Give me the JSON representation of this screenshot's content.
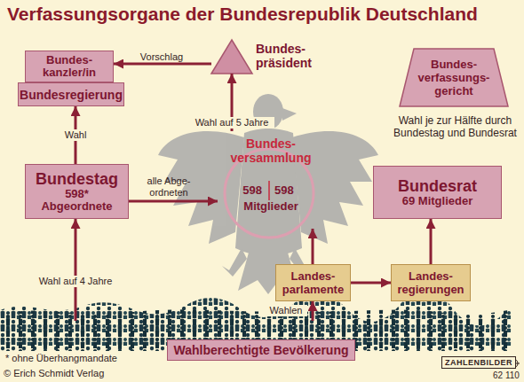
{
  "diagram": {
    "title": "Verfassungsorgane der Bundesrepublik Deutschland",
    "nodes": [
      {
        "text": [
          "Bundes- kanzler/in"
        ]
      },
      {
        "text": [
          "Bundesregierung"
        ]
      },
      {
        "text": [
          "Bundes- präsident"
        ]
      },
      {
        "text": [
          "Bundes- verfassungs- gericht"
        ]
      },
      {
        "text": [
          "Bundestag",
          "598* Abgeordnete"
        ]
      },
      {
        "text": [
          "Bundes- versammlung",
          "598",
          "598",
          "Mitglieder"
        ]
      },
      {
        "text": [
          "Bundesrat",
          "69 Mitglieder"
        ]
      },
      {
        "text": [
          "Landes- parlamente"
        ]
      },
      {
        "text": [
          "Landes- regierungen"
        ]
      },
      {
        "text": [
          "Wahlberechtigte Bevölkerung"
        ]
      }
    ],
    "edges": [
      {
        "from": 2,
        "to": 0,
        "label": "Vorschlag",
        "arrow": "to"
      },
      {
        "from": 5,
        "to": 2,
        "label": "Wahl auf 5 Jahre",
        "arrow": "to"
      },
      {
        "from": 4,
        "to": 1,
        "label": "Wahl",
        "arrow": "to"
      },
      {
        "from": 4,
        "to": 5,
        "label": "alle Abge- ordneten",
        "arrow": "to"
      },
      {
        "from": 7,
        "to": 5,
        "arrow": "to"
      },
      {
        "from": 7,
        "to": 8,
        "arrow": "to"
      },
      {
        "from": 8,
        "to": 6,
        "arrow": "to"
      },
      {
        "from": 9,
        "to": 4,
        "label": "Wahl auf 4 Jahre",
        "arrow": "to"
      },
      {
        "from": 9,
        "to": 7,
        "label": "Wahlen",
        "arrow": "to"
      }
    ],
    "labels": [
      "Wahl je zur Hälfte durch Bundestag und Bundesrat",
      "* ohne Überhangmandate",
      "© Erich Schmidt Verlag",
      "ZAHLENBILDER",
      "62 110"
    ]
  }
}
